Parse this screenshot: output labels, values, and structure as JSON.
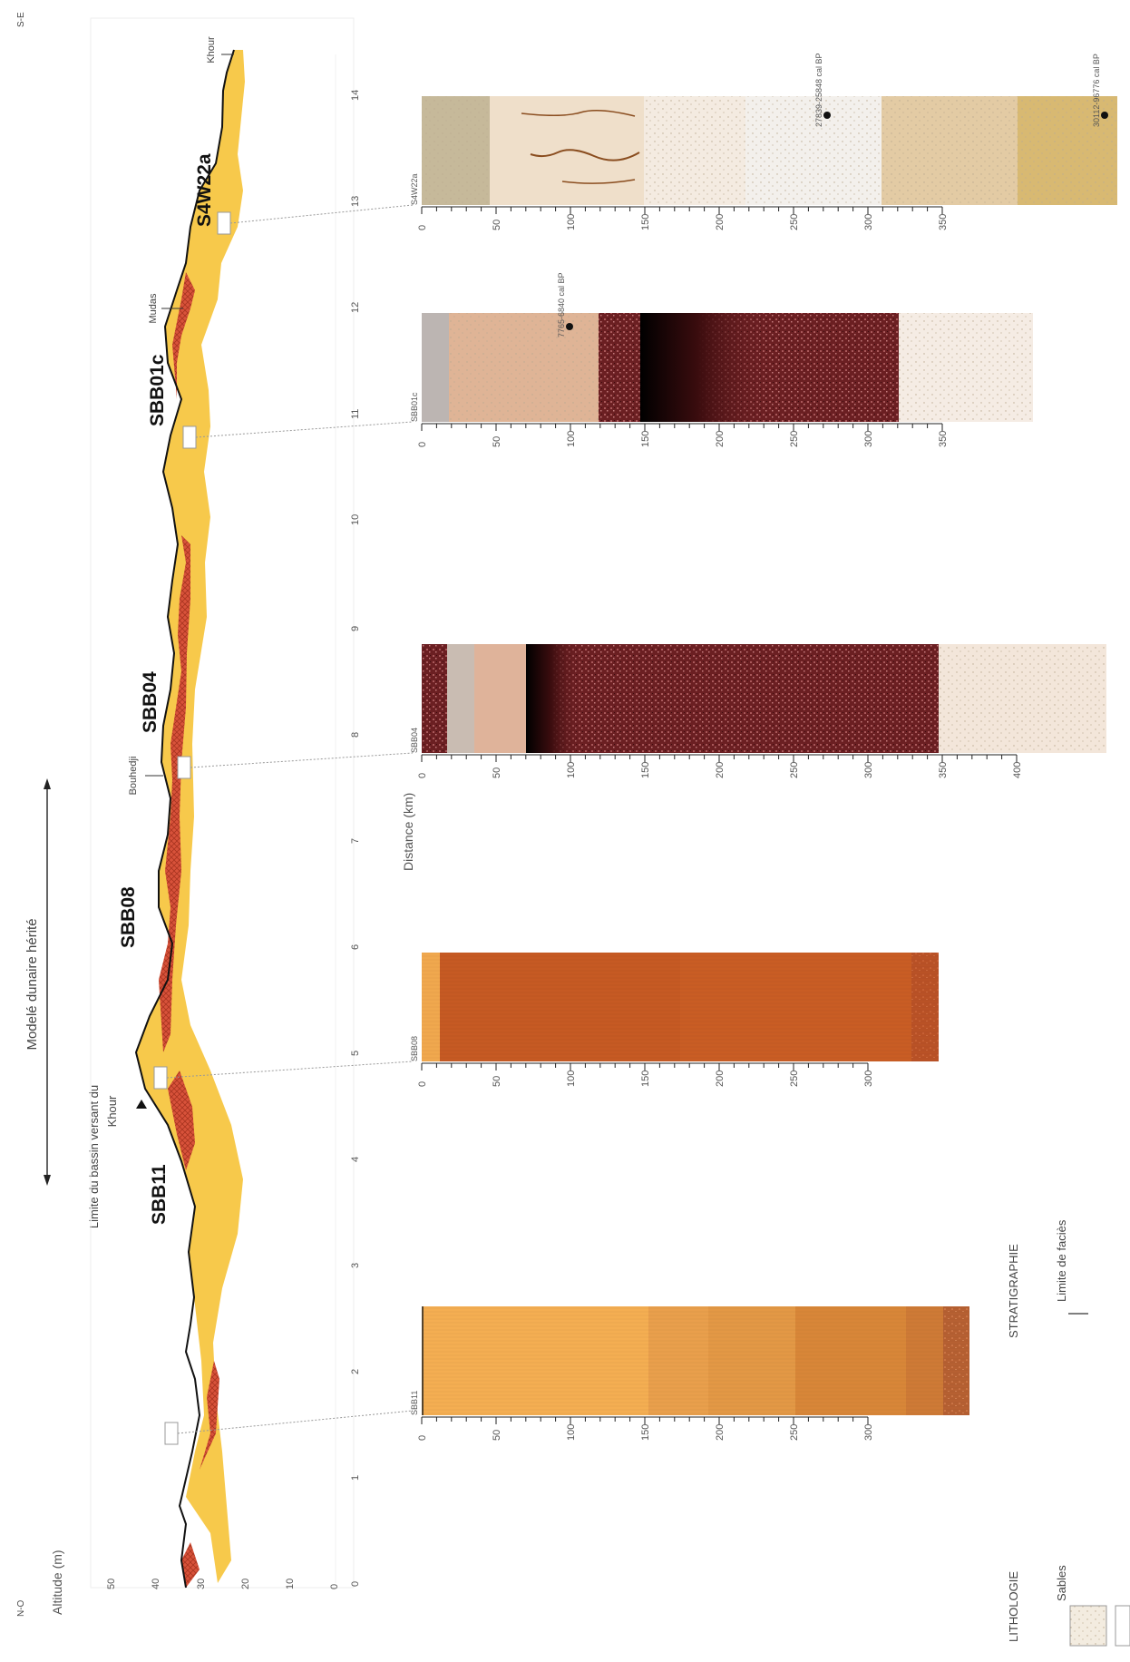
{
  "header": {
    "title": "Modelé dunaire hérité",
    "basin_label_line1": "Limite du bassin versant du",
    "basin_label_line2": "Khour",
    "dir_left": "N-O",
    "dir_right": "S-E"
  },
  "profile": {
    "y_axis_label": "Altitude (m)",
    "y_ticks": [
      "50",
      "40",
      "30",
      "20",
      "10",
      "0"
    ],
    "x_axis_label": "Distance (km)",
    "x_ticks": [
      "0",
      "1",
      "2",
      "3",
      "4",
      "5",
      "6",
      "7",
      "8",
      "9",
      "10",
      "11",
      "12",
      "13",
      "14"
    ],
    "sites": [
      "SBB11",
      "SBB08",
      "SBB04",
      "SBB01c",
      "S4W22a"
    ],
    "places": [
      "Bouhedji",
      "Mudas",
      "Khour"
    ]
  },
  "cores": [
    {
      "code": "SBB11",
      "ticks": [
        "0",
        "50",
        "100",
        "150",
        "200",
        "250",
        "300"
      ]
    },
    {
      "code": "SBB08",
      "ticks": [
        "0",
        "50",
        "100",
        "150",
        "200",
        "250",
        "300"
      ]
    },
    {
      "code": "SBB04",
      "ticks": [
        "0",
        "50",
        "100",
        "150",
        "200",
        "250",
        "300",
        "350",
        "400"
      ]
    },
    {
      "code": "SBB01c",
      "ticks": [
        "0",
        "50",
        "100",
        "150",
        "200",
        "250",
        "300",
        "350"
      ],
      "dates": [
        "7765-6840 cal BP"
      ]
    },
    {
      "code": "S4W22a",
      "ticks": [
        "0",
        "50",
        "100",
        "150",
        "200",
        "250",
        "300",
        "350"
      ],
      "dates": [
        "27839-25848 cal BP",
        "30112-96776 cal BP"
      ]
    }
  ],
  "legend": {
    "lithology_title": "LITHOLOGIE",
    "stratigraphy_title": "STRATIGRAPHIE",
    "lithology_items": [
      "Sables"
    ],
    "strat_items": [
      "Limite de faciès"
    ]
  },
  "colors": {
    "sand_yellow": "#f7c94b",
    "red_soil": "#d8523a",
    "dark_brown": "#5a1a1a",
    "orange_brown": "#c4581f",
    "light_orange": "#eea444",
    "beige": "#e9dac2"
  }
}
